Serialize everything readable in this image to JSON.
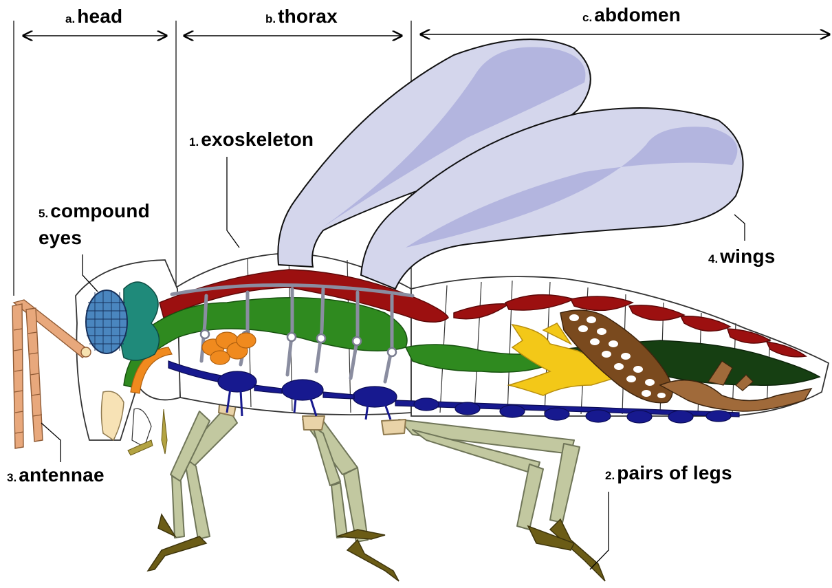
{
  "sections": {
    "head": {
      "prefix": "a.",
      "text": "head"
    },
    "thorax": {
      "prefix": "b.",
      "text": "thorax"
    },
    "abdomen": {
      "prefix": "c.",
      "text": "abdomen"
    }
  },
  "parts": {
    "exoskeleton": {
      "prefix": "1.",
      "text": "exoskeleton"
    },
    "legs": {
      "prefix": "2.",
      "text": "pairs of legs"
    },
    "antennae": {
      "prefix": "3.",
      "text": "antennae"
    },
    "wings": {
      "prefix": "4.",
      "text": "wings"
    },
    "eyes": {
      "prefix": "5.",
      "text": "compound eyes"
    }
  },
  "colors": {
    "wing_fill": "#d4d6ec",
    "wing_shade": "#b3b5df",
    "dorsal_vessel": "#9c1010",
    "digestive": "#2f8a1f",
    "nerve_cord": "#17198f",
    "leg": "#c2c8a0",
    "claw": "#6b5c16",
    "antenna": "#e8a87c",
    "eye": "#4a86bf",
    "head_gland": "#1f8a7a",
    "trachea": "#8a8da0",
    "gonad": "#7a4a1e",
    "malpighian": "#f3c818",
    "salivary": "#f08a1e"
  }
}
